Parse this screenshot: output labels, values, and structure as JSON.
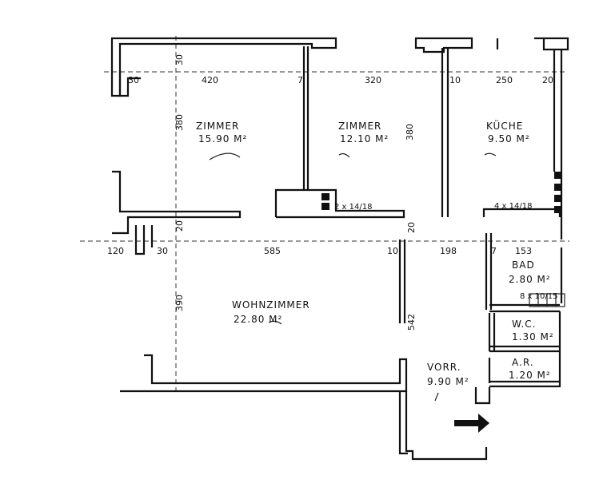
{
  "rooms": {
    "zimmer1": {
      "name": "ZIMMER",
      "area": "15.90 M²"
    },
    "zimmer2": {
      "name": "ZIMMER",
      "area": "12.10 M²"
    },
    "kueche": {
      "name": "KÜCHE",
      "area": "9.50 M²"
    },
    "wohnzimmer": {
      "name": "WOHNZIMMER",
      "area": "22.80 M²"
    },
    "bad": {
      "name": "BAD",
      "area": "2.80 M²"
    },
    "wc": {
      "name": "W.C.",
      "area": "1.30 M²"
    },
    "ar": {
      "name": "A.R.",
      "area": "1.20 M²"
    },
    "vorr": {
      "name": "VORR.",
      "area": "9.90 M²"
    }
  },
  "chimneys": {
    "top": "2 x 14/18",
    "kitchen": "4 x 14/18",
    "bath": "8 x 10/15"
  },
  "dims_top": [
    "30",
    "420",
    "7",
    "320",
    "10",
    "250",
    "20"
  ],
  "dims_mid": [
    "120",
    "30",
    "585",
    "10",
    "198",
    "7",
    "153"
  ],
  "dims_vertical": [
    "30",
    "380",
    "380",
    "20",
    "20",
    "390",
    "542"
  ]
}
